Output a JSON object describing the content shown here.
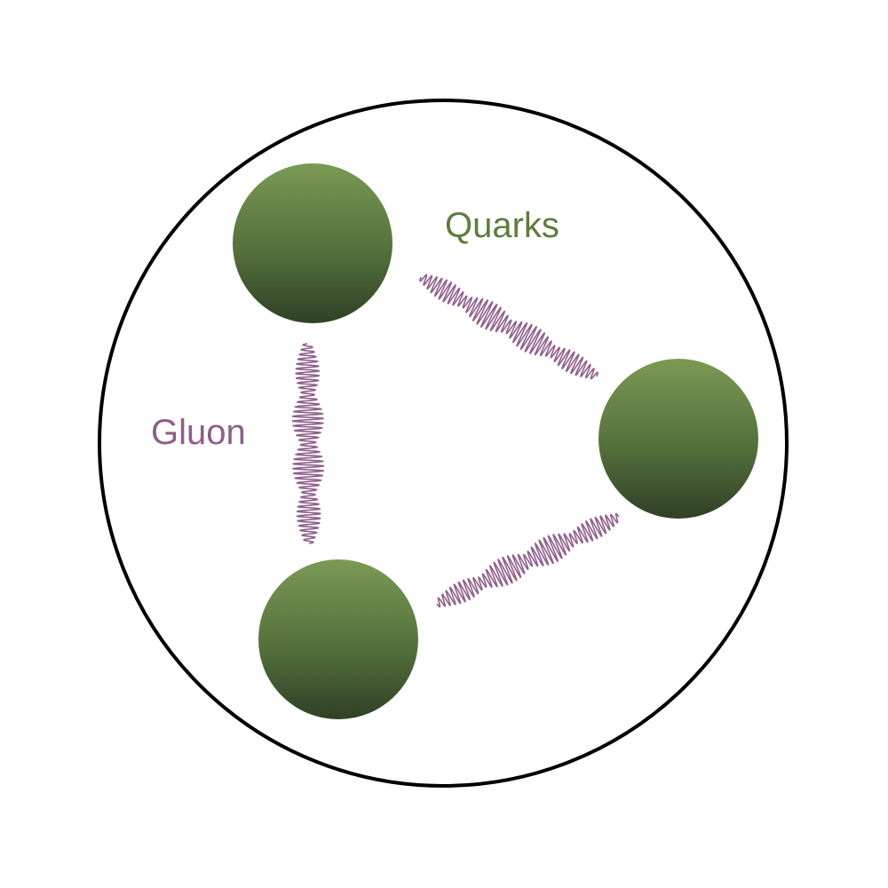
{
  "labels": {
    "quarks": "Quarks",
    "gluon": "Gluon"
  },
  "colors": {
    "outline": "#000000",
    "quark_top": "#7a9a55",
    "quark_bottom": "#2f4126",
    "quark_label": "#5e7d3d",
    "gluon": "#8f5f8c",
    "gluon_label": "#8b5f88"
  },
  "components": {
    "container": "hadron-boundary",
    "quarks": [
      "quark-top-left",
      "quark-right",
      "quark-bottom-left"
    ],
    "gluons": [
      "gluon-left",
      "gluon-top-right",
      "gluon-bottom-right"
    ]
  }
}
